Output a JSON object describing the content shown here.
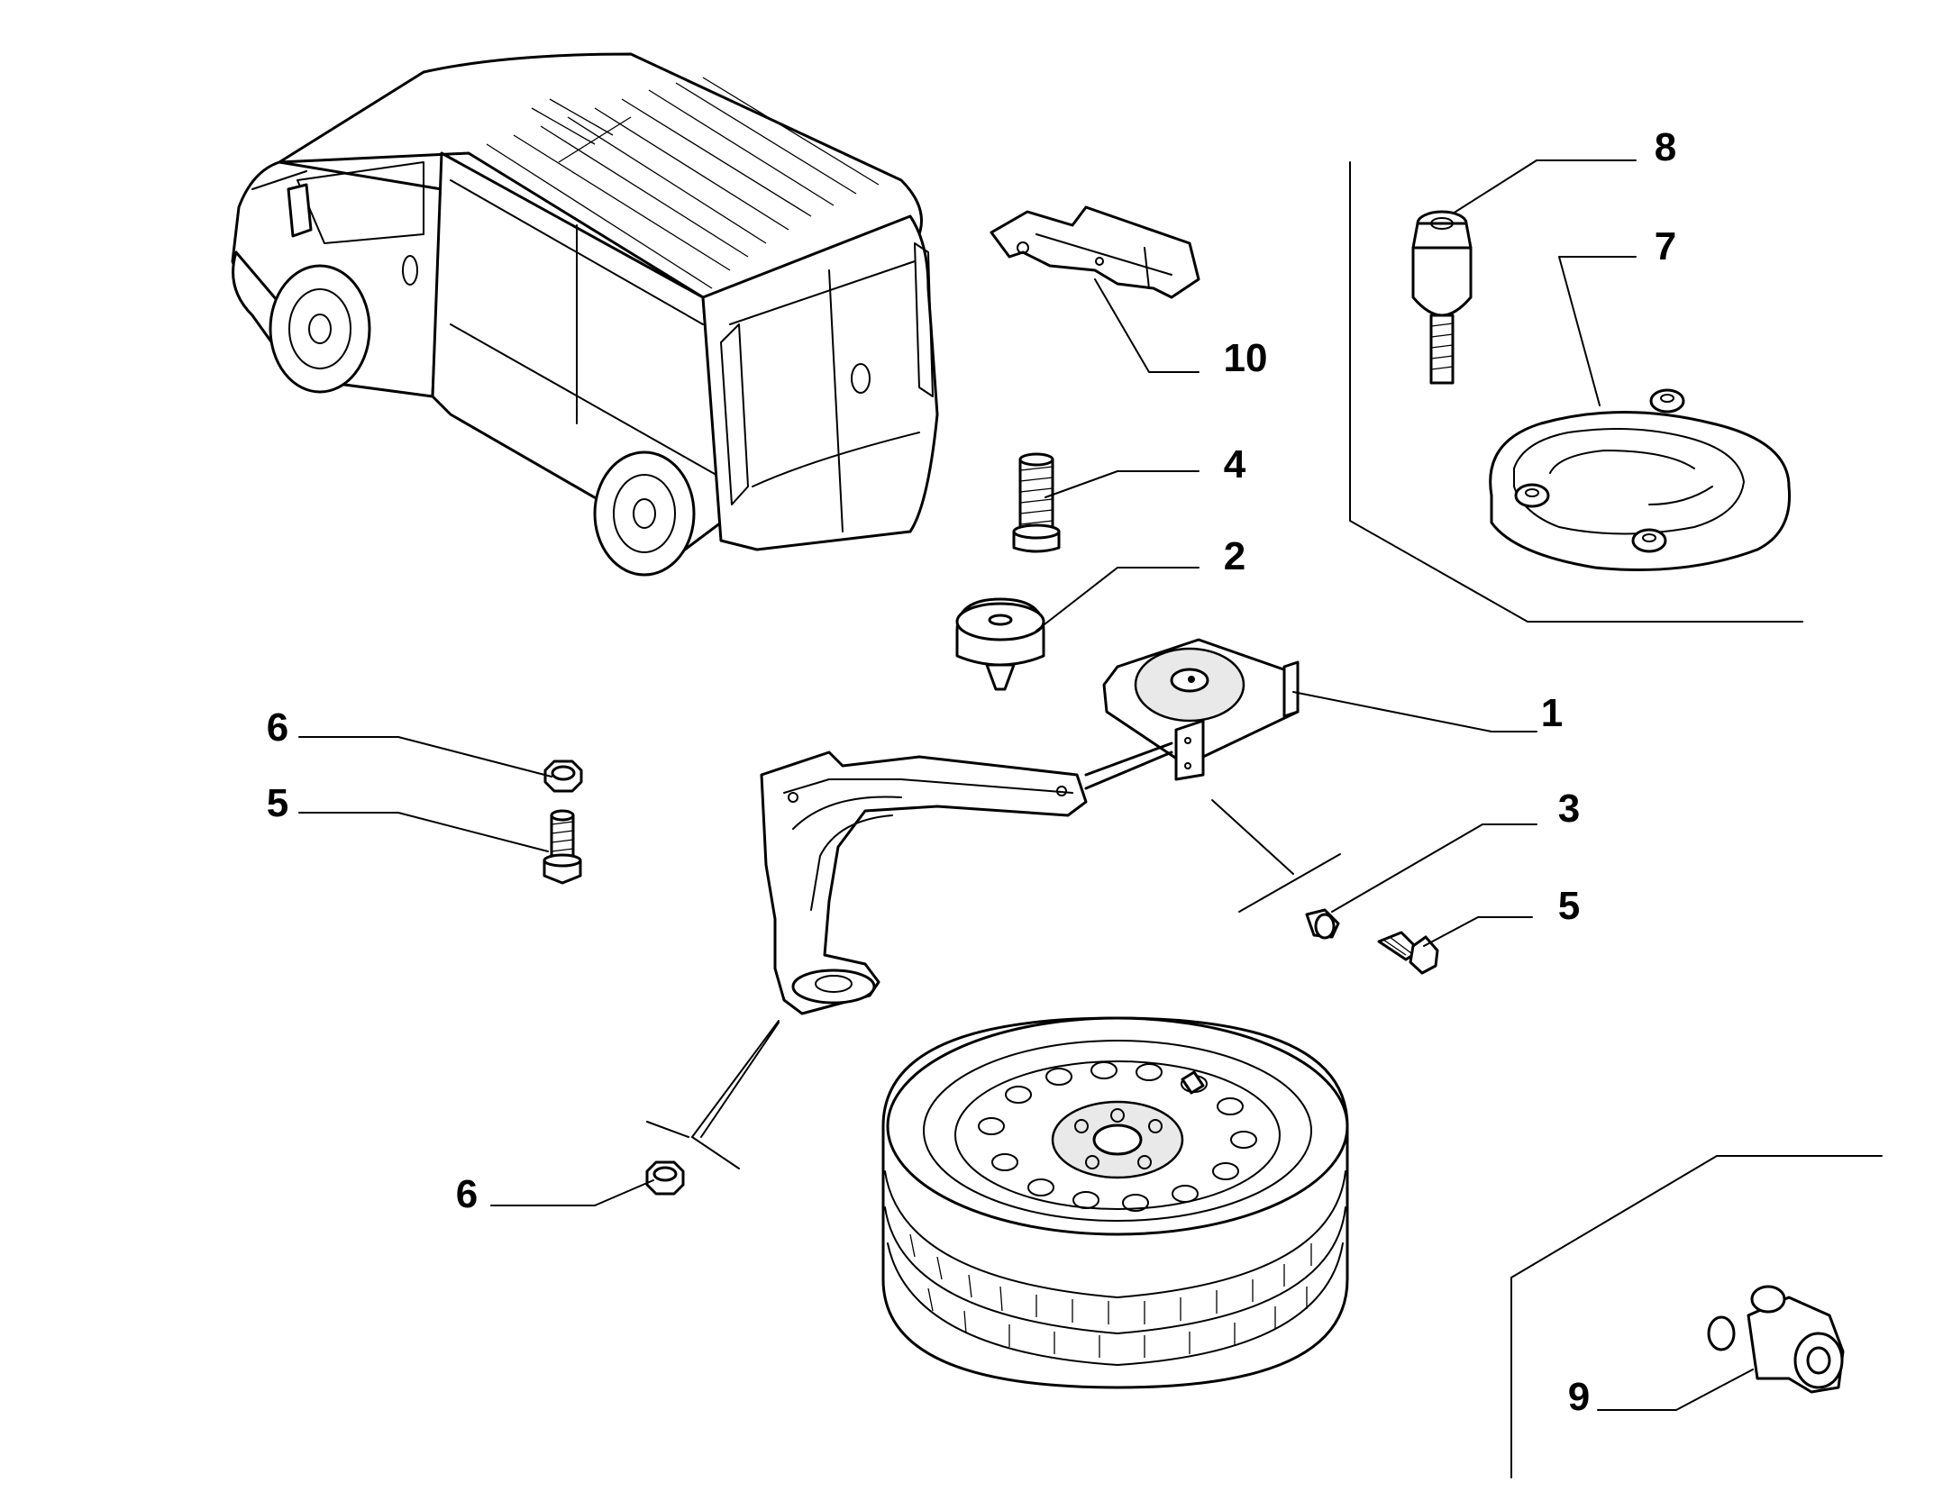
{
  "diagram": {
    "callouts": [
      {
        "id": "c1",
        "label": "1"
      },
      {
        "id": "c2",
        "label": "2"
      },
      {
        "id": "c3",
        "label": "3"
      },
      {
        "id": "c4",
        "label": "4"
      },
      {
        "id": "c5a",
        "label": "5"
      },
      {
        "id": "c5b",
        "label": "5"
      },
      {
        "id": "c6a",
        "label": "6"
      },
      {
        "id": "c6b",
        "label": "6"
      },
      {
        "id": "c7",
        "label": "7"
      },
      {
        "id": "c8",
        "label": "8"
      },
      {
        "id": "c9",
        "label": "9"
      },
      {
        "id": "c10",
        "label": "10"
      }
    ]
  }
}
